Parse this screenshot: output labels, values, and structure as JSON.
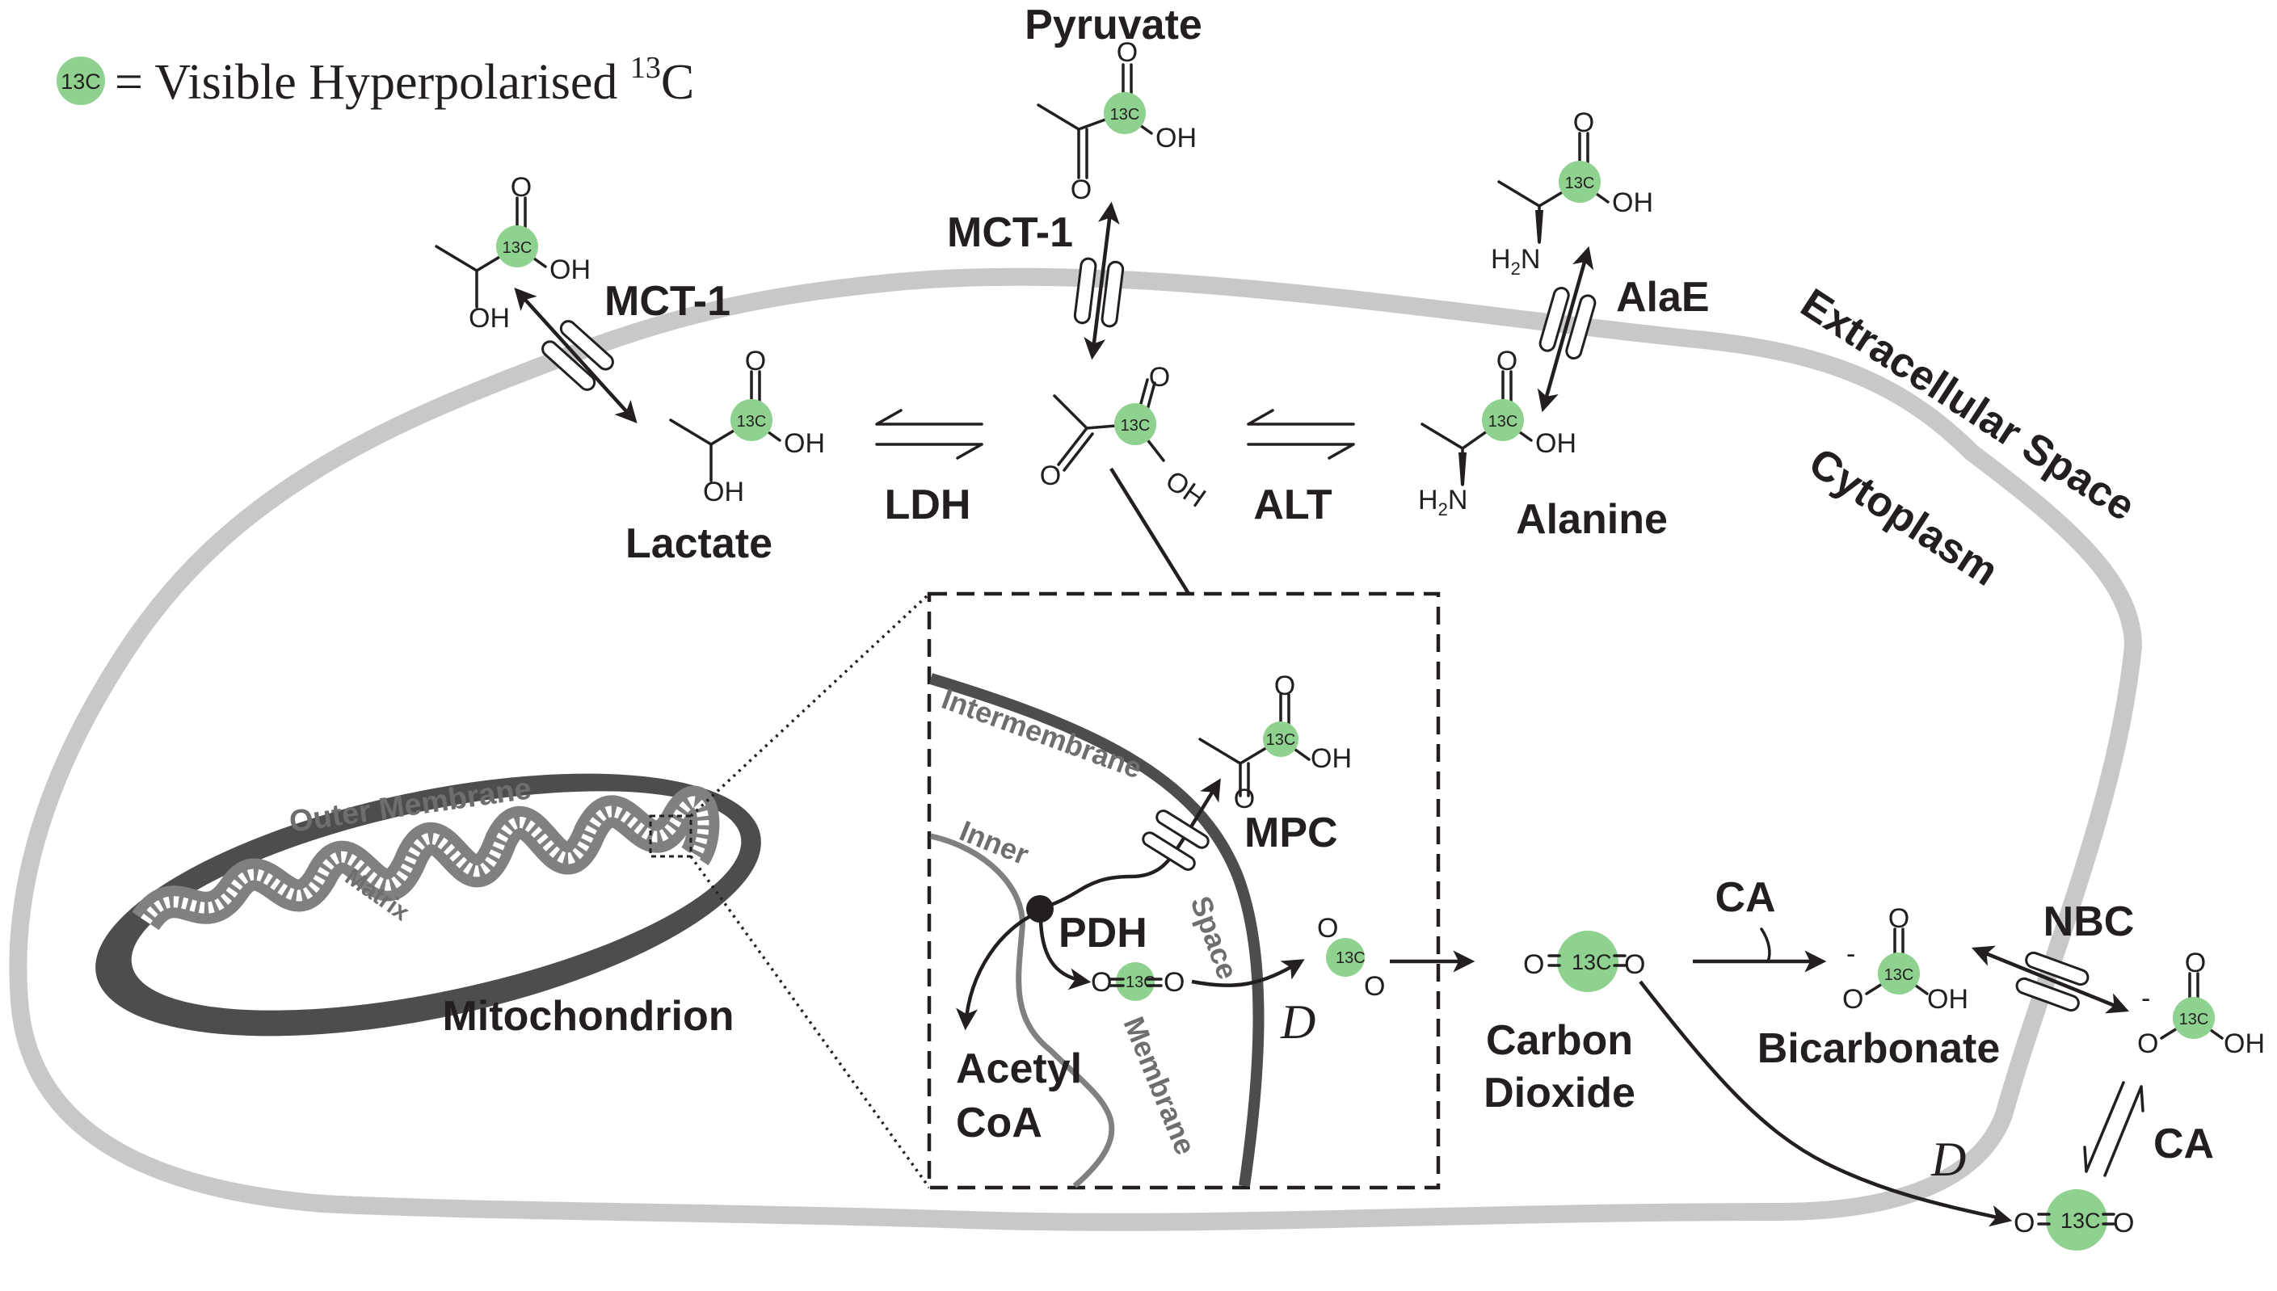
{
  "legend": {
    "symbol": "13C",
    "text": "= Visible Hyperpolarised ",
    "sup": "13",
    "tail": "C"
  },
  "molecules": {
    "pyruvate": "Pyruvate",
    "lactate": "Lactate",
    "alanine": "Alanine",
    "carbon_dioxide_1": "Carbon",
    "carbon_dioxide_2": "Dioxide",
    "bicarbonate": "Bicarbonate",
    "acetyl_1": "Acetyl",
    "acetyl_2": "CoA"
  },
  "transporters": {
    "mct1_left": "MCT-1",
    "mct1_top": "MCT-1",
    "alae": "AlaE",
    "mpc": "MPC",
    "nbc": "NBC"
  },
  "enzymes": {
    "ldh": "LDH",
    "alt": "ALT",
    "pdh": "PDH",
    "ca_top": "CA",
    "ca_right": "CA"
  },
  "diffusion": "D",
  "regions": {
    "extracellular": "Extracellular Space",
    "cytoplasm": "Cytoplasm",
    "mitochondrion": "Mitochondrion",
    "outer_membrane": "Outer Membrane",
    "matrix": "Matrix",
    "intermembrane": "Intermembrane",
    "space": "Space",
    "inner": "Inner",
    "membrane": "Membrane"
  },
  "atoms": {
    "O": "O",
    "OH": "OH",
    "H2N": "H",
    "H2N_sub": "2",
    "H2N_N": "N",
    "label13C": "13C",
    "minus": "-"
  },
  "colors": {
    "label_green": "#8fd18f",
    "membrane_grey": "#c8c8c8",
    "mito_dark": "#4d4d4f",
    "mito_inner": "#808080",
    "text": "#231f20"
  }
}
